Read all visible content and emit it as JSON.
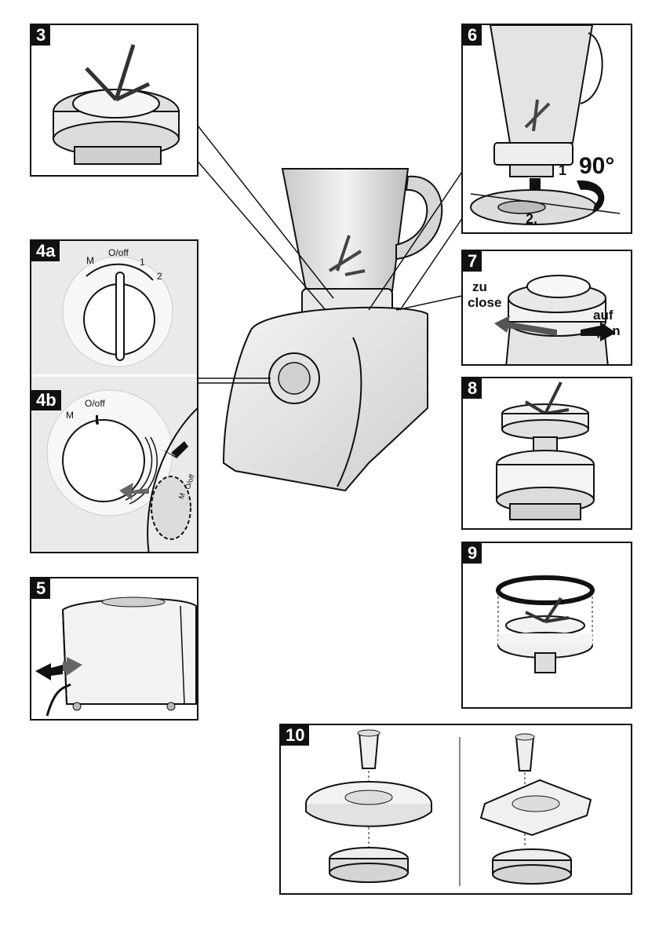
{
  "panels": {
    "p3": {
      "number": "3"
    },
    "p4a": {
      "number": "4a",
      "dial_m": "M",
      "dial_off": "O/off",
      "dial_1": "1",
      "dial_2": "2"
    },
    "p4b": {
      "number": "4b",
      "dial_m": "M",
      "dial_off": "O/off",
      "knob_m": "M",
      "knob_off": "O/off"
    },
    "p5": {
      "number": "5"
    },
    "p6": {
      "number": "6",
      "angle": "90°",
      "step1": "1",
      "step2": "2."
    },
    "p7": {
      "number": "7",
      "close_de": "zu",
      "close_en": "close",
      "open_de": "auf",
      "open_en": "open"
    },
    "p8": {
      "number": "8"
    },
    "p9": {
      "number": "9"
    },
    "p10": {
      "number": "10"
    }
  },
  "colors": {
    "line": "#111111",
    "grey_fill": "#d9d9d9",
    "arrow": "#555555",
    "panel_bg": "#e6e6e6"
  }
}
